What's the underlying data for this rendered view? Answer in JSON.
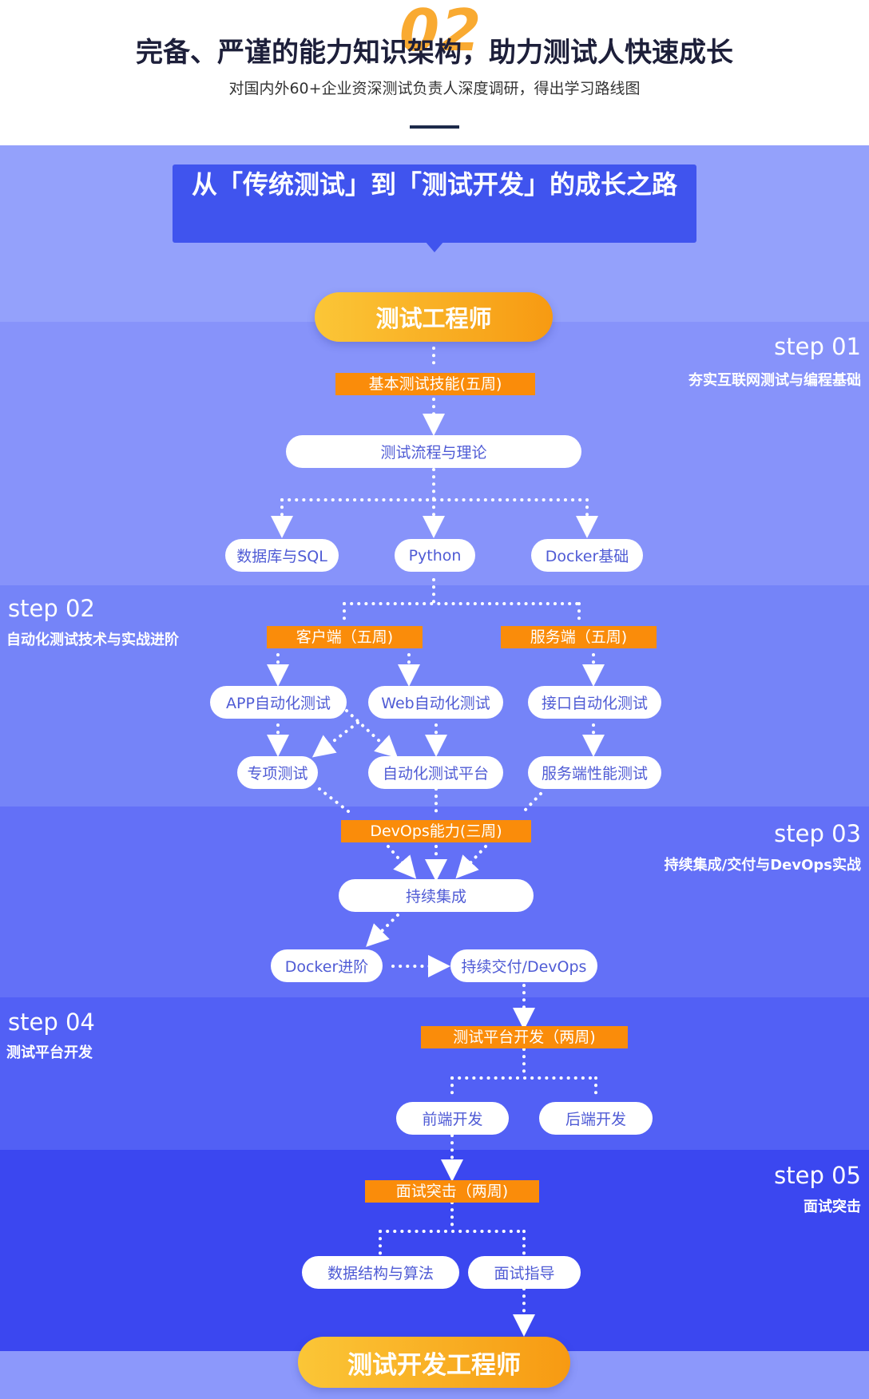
{
  "header": {
    "big_number": "02",
    "title": "完备、严谨的能力知识架构，助力测试人快速成长",
    "subtitle": "对国内外60+企业资深测试负责人深度调研，得出学习路线图"
  },
  "banner": {
    "text": "从「传统测试」到「测试开发」的成长之路"
  },
  "start_label": "测试工程师",
  "end_label": "测试开发工程师",
  "steps": [
    {
      "title": "step 01",
      "subtitle": "夯实互联网测试与编程基础"
    },
    {
      "title": "step 02",
      "subtitle": "自动化测试技术与实战进阶"
    },
    {
      "title": "step 03",
      "subtitle": "持续集成/交付与DevOps实战"
    },
    {
      "title": "step 04",
      "subtitle": "测试平台开发"
    },
    {
      "title": "step 05",
      "subtitle": "面试突击"
    }
  ],
  "tags": {
    "basic": "基本测试技能(五周)",
    "client": "客户端（五周)",
    "server": "服务端（五周)",
    "devops": "DevOps能力(三周)",
    "platform": "测试平台开发（两周)",
    "interview": "面试突击（两周)"
  },
  "nodes": {
    "process_theory": "测试流程与理论",
    "database_sql": "数据库与SQL",
    "python": "Python",
    "docker_basic": "Docker基础",
    "app_auto": "APP自动化测试",
    "web_auto": "Web自动化测试",
    "api_auto": "接口自动化测试",
    "special_test": "专项测试",
    "auto_platform": "自动化测试平台",
    "server_perf": "服务端性能测试",
    "ci": "持续集成",
    "docker_advanced": "Docker进阶",
    "cd_devops": "持续交付/DevOps",
    "frontend": "前端开发",
    "backend": "后端开发",
    "data_structures": "数据结构与算法",
    "interview_guide": "面试指导"
  },
  "colors": {
    "banner": "#4054ee",
    "tag_orange": "#fa8c0a",
    "node_text": "#4f5bd5",
    "gold_start": "#fbc637",
    "gold_end": "#f79a12"
  }
}
